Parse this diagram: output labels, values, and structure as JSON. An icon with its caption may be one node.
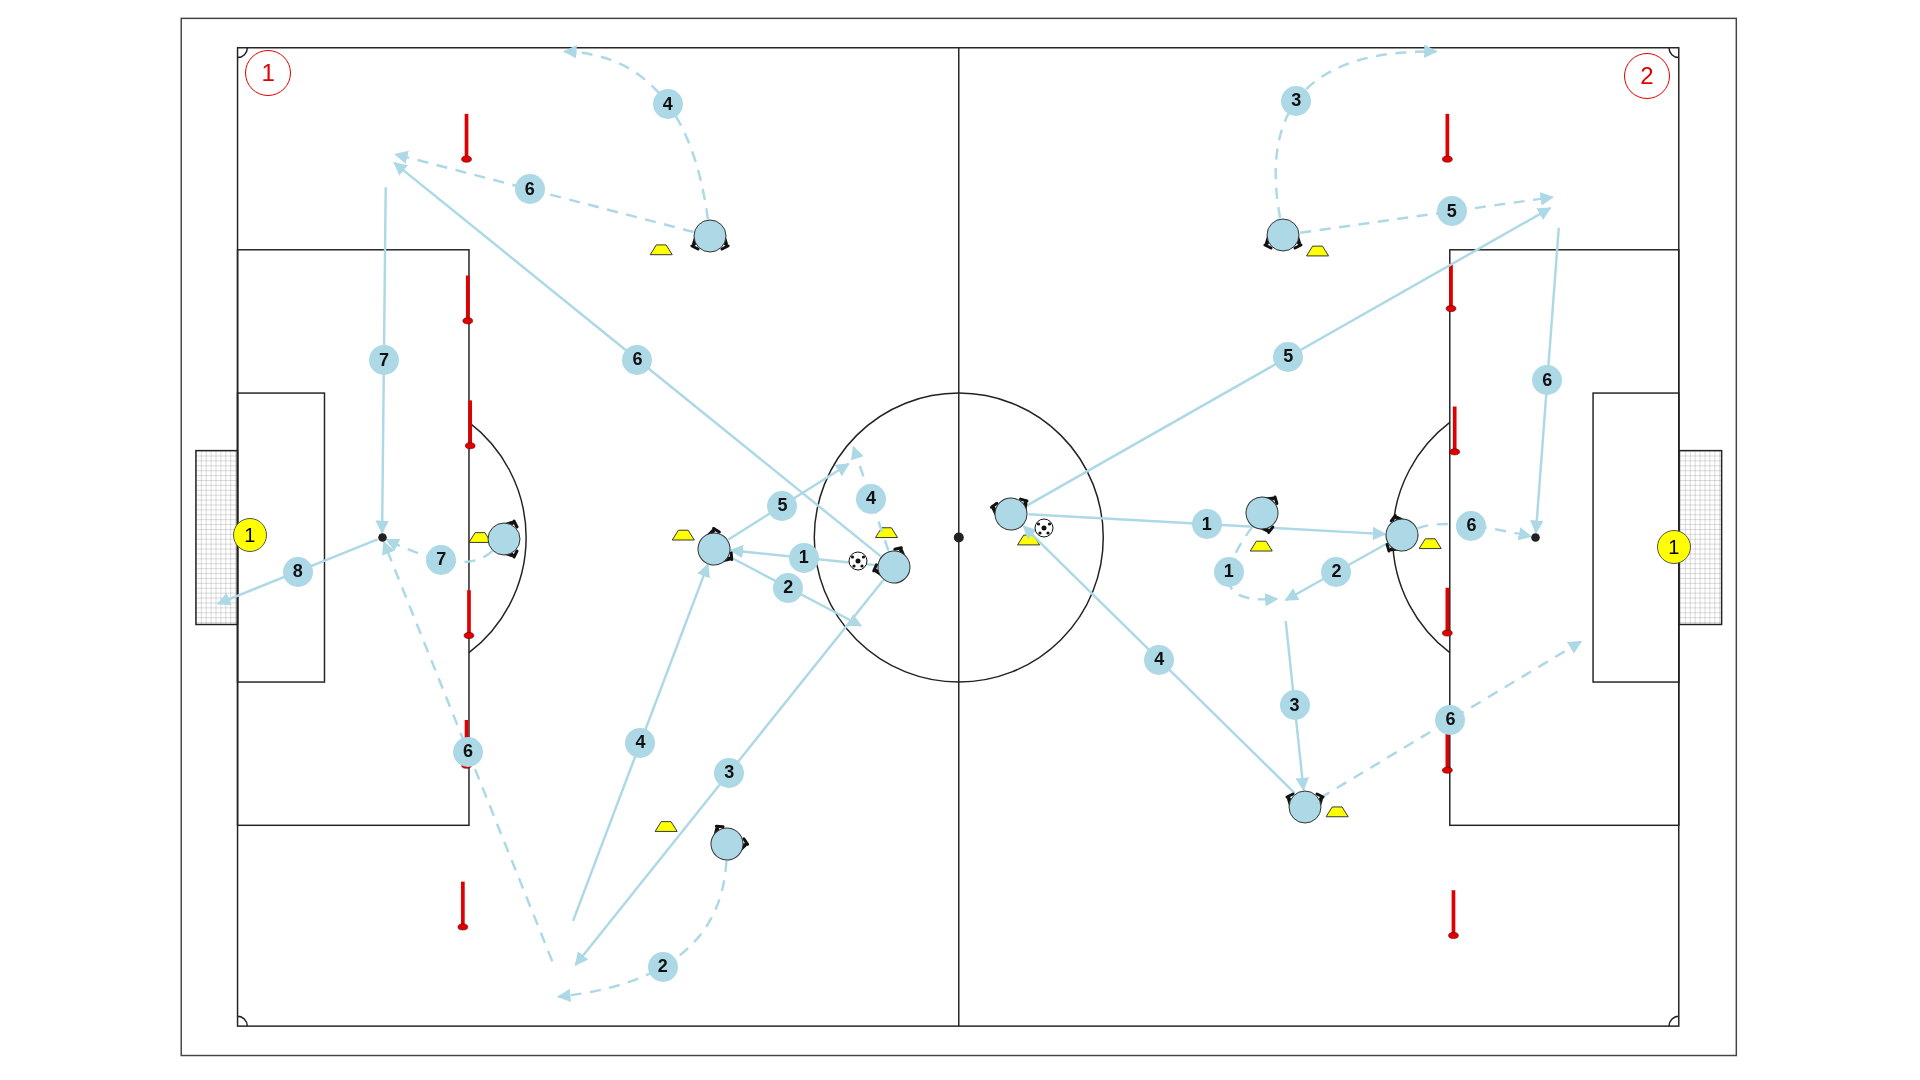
{
  "diagram": {
    "nodes": [
      {
        "text": [
          "1"
        ]
      },
      {
        "text": [],
        "shape": "person"
      },
      {
        "text": [],
        "shape": "person"
      },
      {
        "text": [],
        "shape": "person"
      },
      {
        "text": [],
        "shape": "person"
      },
      {
        "text": [],
        "shape": "person"
      },
      {
        "text": [],
        "shape": "person"
      },
      {
        "text": [],
        "shape": "person"
      },
      {
        "text": [],
        "shape": "person"
      },
      {
        "text": [],
        "shape": "person"
      },
      {
        "text": [],
        "shape": "person"
      },
      {
        "text": [
          "1"
        ]
      },
      {
        "text": [],
        "shape": "circle"
      },
      {
        "text": [],
        "shape": "circle"
      }
    ],
    "edges": [
      {
        "from": 4,
        "to": 3,
        "arrow": "to",
        "label": "1"
      },
      {
        "from": 3,
        "to": null,
        "arrow": "to",
        "label": "2"
      },
      {
        "from": 4,
        "to": null,
        "arrow": "to",
        "label": "3"
      },
      {
        "from": 5,
        "to": null,
        "arrow": "to",
        "label": "2",
        "style": "dashed"
      },
      {
        "from": null,
        "to": 3,
        "arrow": "to",
        "label": "4"
      },
      {
        "from": 4,
        "to": null,
        "arrow": "to",
        "label": "4",
        "style": "dashed"
      },
      {
        "from": 3,
        "to": null,
        "arrow": "to",
        "label": "5"
      },
      {
        "from": 4,
        "to": null,
        "arrow": "to",
        "label": "6"
      },
      {
        "from": 2,
        "to": null,
        "arrow": "to",
        "label": "6",
        "style": "dashed"
      },
      {
        "from": 2,
        "to": null,
        "arrow": "to",
        "label": "4",
        "style": "dashed"
      },
      {
        "from": null,
        "to": 12,
        "arrow": "to",
        "label": "7"
      },
      {
        "from": 1,
        "to": 12,
        "arrow": "to",
        "label": "7",
        "style": "dashed"
      },
      {
        "from": 12,
        "to": null,
        "arrow": "to",
        "label": "8"
      },
      {
        "from": null,
        "to": 12,
        "arrow": "to",
        "label": "6",
        "style": "dashed"
      },
      {
        "from": 7,
        "to": 9,
        "arrow": "to",
        "label": "1"
      },
      {
        "from": 8,
        "to": null,
        "arrow": "to",
        "label": "1",
        "style": "dashed"
      },
      {
        "from": 9,
        "to": null,
        "arrow": "to",
        "label": "2"
      },
      {
        "from": null,
        "to": 10,
        "arrow": "to",
        "label": "3"
      },
      {
        "from": 10,
        "to": 7,
        "arrow": "to",
        "label": "4"
      },
      {
        "from": 7,
        "to": null,
        "arrow": "to",
        "label": "5"
      },
      {
        "from": 6,
        "to": null,
        "arrow": "to",
        "label": "3",
        "style": "dashed"
      },
      {
        "from": 6,
        "to": null,
        "arrow": "to",
        "label": "5",
        "style": "dashed"
      },
      {
        "from": null,
        "to": 13,
        "arrow": "to",
        "label": "6"
      },
      {
        "from": 9,
        "to": 13,
        "arrow": "to",
        "label": "6",
        "style": "dashed"
      },
      {
        "from": 10,
        "to": null,
        "arrow": "to",
        "label": "6",
        "style": "dashed"
      }
    ],
    "labels": [
      "1",
      "2"
    ]
  }
}
